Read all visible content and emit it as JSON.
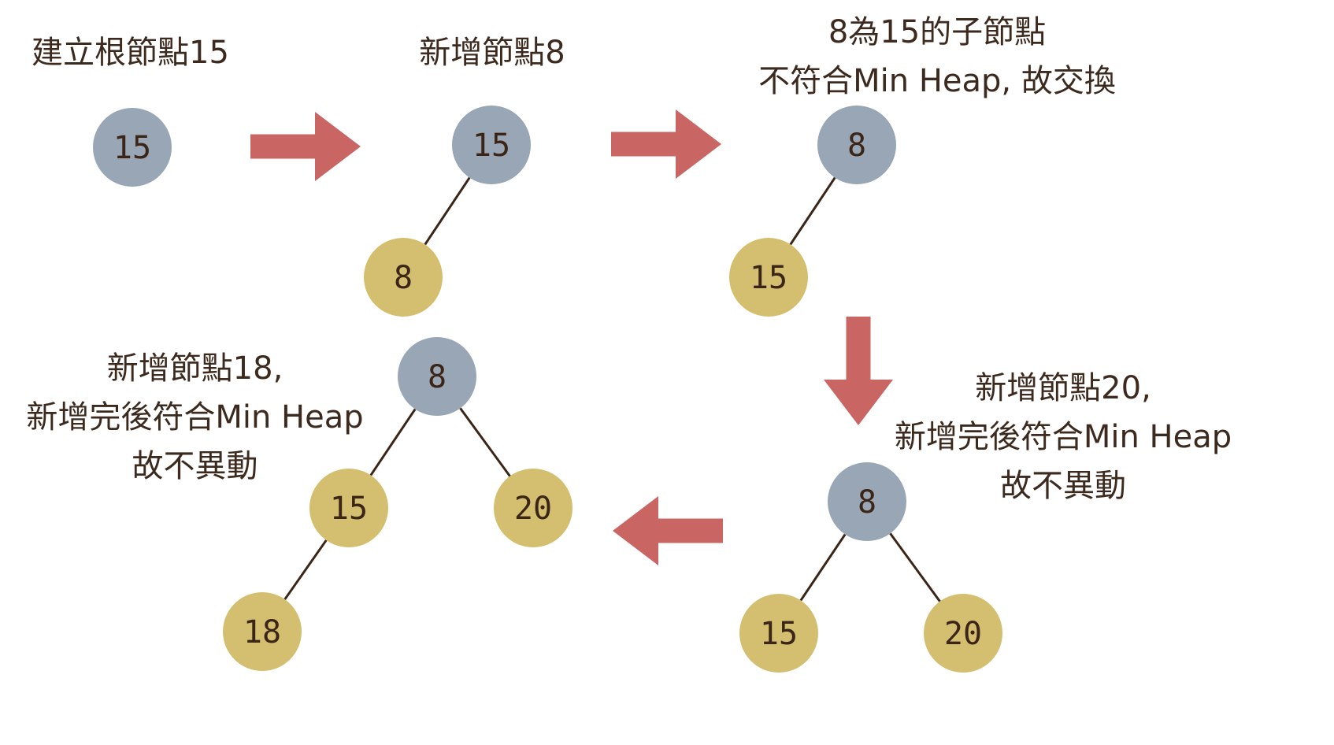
{
  "colors": {
    "root": "#98a6b5",
    "child": "#d4be70",
    "arrow": "#c96563",
    "edge": "#3b2517",
    "text": "#3d2a1e"
  },
  "steps": [
    {
      "caption": [
        "建立根節點15"
      ],
      "nodes": [
        {
          "value": "15",
          "role": "root"
        }
      ]
    },
    {
      "caption": [
        "新增節點8"
      ],
      "nodes": [
        {
          "value": "15",
          "role": "root"
        },
        {
          "value": "8",
          "role": "child"
        }
      ]
    },
    {
      "caption": [
        "8為15的子節點",
        "不符合Min Heap, 故交換"
      ],
      "nodes": [
        {
          "value": "8",
          "role": "root"
        },
        {
          "value": "15",
          "role": "child"
        }
      ]
    },
    {
      "caption": [
        "新增節點20,",
        "新增完後符合Min Heap",
        "故不異動"
      ],
      "nodes": [
        {
          "value": "8",
          "role": "root"
        },
        {
          "value": "15",
          "role": "child"
        },
        {
          "value": "20",
          "role": "child"
        }
      ]
    },
    {
      "caption": [
        "新增節點18,",
        "新增完後符合Min Heap",
        "故不異動"
      ],
      "nodes": [
        {
          "value": "8",
          "role": "root"
        },
        {
          "value": "15",
          "role": "child"
        },
        {
          "value": "20",
          "role": "child"
        },
        {
          "value": "18",
          "role": "child"
        }
      ]
    }
  ]
}
